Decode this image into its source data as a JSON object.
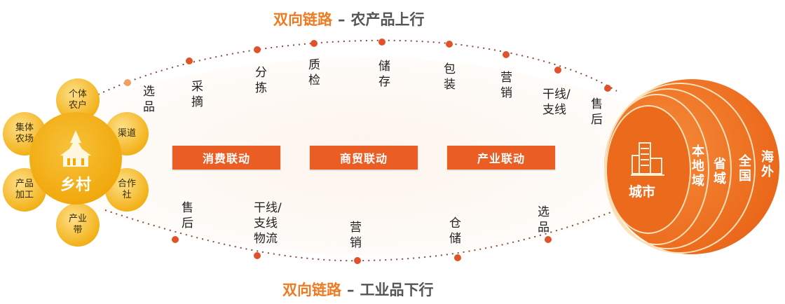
{
  "top_title": {
    "highlight": "双向链路",
    "separator": "–",
    "text": "农产品上行"
  },
  "bottom_title": {
    "highlight": "双向链路",
    "separator": "–",
    "text": "工业品下行"
  },
  "rural": {
    "hub_label": "乡村",
    "hub_icon": "house-tree-icon",
    "petals": [
      {
        "label": "个体\n农户"
      },
      {
        "label": "渠道"
      },
      {
        "label": "合作\n社"
      },
      {
        "label": "产业\n带"
      },
      {
        "label": "产品\n加工"
      },
      {
        "label": "集体\n农场"
      }
    ]
  },
  "city": {
    "core_label": "城市",
    "core_icon": "buildings-icon",
    "rings": [
      {
        "label": "本\n地\n域"
      },
      {
        "label": "省\n域"
      },
      {
        "label": "全\n国"
      },
      {
        "label": "海\n外"
      }
    ]
  },
  "upstream_steps": [
    {
      "label": "选\n品"
    },
    {
      "label": "采\n摘"
    },
    {
      "label": "分\n拣"
    },
    {
      "label": "质\n检"
    },
    {
      "label": "储\n存"
    },
    {
      "label": "包\n装"
    },
    {
      "label": "营\n销"
    },
    {
      "label": "干线/\n支线"
    },
    {
      "label": "售\n后"
    }
  ],
  "downstream_steps": [
    {
      "label": "售\n后"
    },
    {
      "label": "干线/\n支线\n物流"
    },
    {
      "label": "营\n销"
    },
    {
      "label": "仓\n储"
    },
    {
      "label": "选\n品"
    }
  ],
  "bands": [
    {
      "label": "消费联动"
    },
    {
      "label": "商贸联动"
    },
    {
      "label": "产业联动"
    }
  ],
  "colors": {
    "accent_orange": "#ea5d25",
    "title_orange": "#ee7b22",
    "rural_yellow": "#f1a90e",
    "city_orange": "#ec6a1c",
    "dot_color": "#e0532a"
  }
}
